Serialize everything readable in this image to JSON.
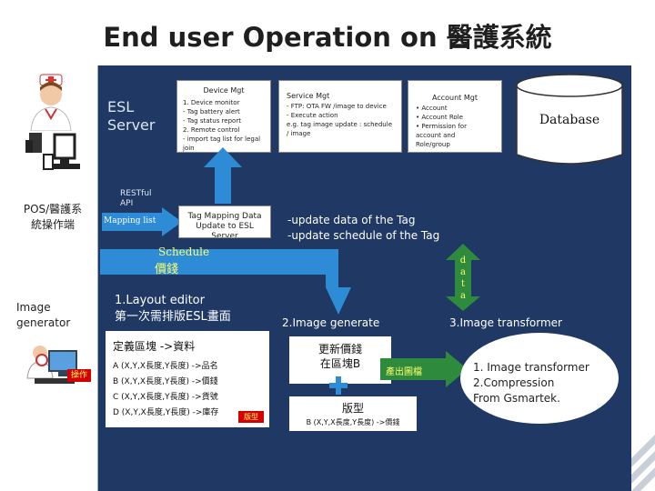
{
  "page": {
    "title": "End user Operation on 醫護系統"
  },
  "left": {
    "pos_label": "POS/醫護系\n統操作端",
    "image_generator_label": "Image\ngenerator",
    "operator_badge": "操作"
  },
  "top": {
    "esl_server": "ESL\nServer",
    "device_mgt": {
      "title": "Device Mgt",
      "body": "1. Device monitor\n- Tag battery alert\n- Tag status report\n2. Remote control\n- import tag list for legal\njoin"
    },
    "service_mgt": {
      "title": "Service Mgt",
      "body": "- FTP: OTA FW /image to device\n- Execute action\ne.g. tag image update : schedule\n/ image"
    },
    "account_mgt": {
      "title": "Account Mgt",
      "body": "•  Account\n•  Account Role\n•  Permission for\n   account and\n   Role/group"
    },
    "database": "Database"
  },
  "middle": {
    "restful": "RESTful\nAPI",
    "mapping_list": "Mapping list",
    "tag_mapping": "Tag Mapping Data\nUpdate to ESL\nServer",
    "update_text": "-update data of the Tag\n-update schedule of the Tag",
    "schedule": "Schedule",
    "price": "價錢",
    "data_vertical": "d\na\nt\na"
  },
  "bottom": {
    "layout_editor": "1.Layout editor\n第一次需排版ESL畫面",
    "define_block": "定義區塊 ->資料",
    "rows": [
      "A (X,Y,X長度,Y長度) ->品名",
      "B (X,Y,X長度,Y長度) ->價錢",
      "C (X,Y,X長度,Y長度) ->貨號",
      "D (X,Y,X長度,Y長度) ->庫存"
    ],
    "layout_badge": "版型",
    "image_generate": "2.Image generate",
    "update_price": "更新價錢\n在區塊B",
    "output_image": "產出圖檔",
    "layout_label": "版型",
    "layout_b": "B (X,Y,X長度,Y長度) ->價錢",
    "image_transformer_title": "3.Image transformer",
    "transformer_list": "1. Image transformer\n2.Compression\nFrom Gsmartek."
  },
  "colors": {
    "frame": "#1f3864",
    "arrow_blue": "#2e8bd6",
    "arrow_green": "#2e8b3e",
    "highlight_yellow": "#ffff66"
  }
}
